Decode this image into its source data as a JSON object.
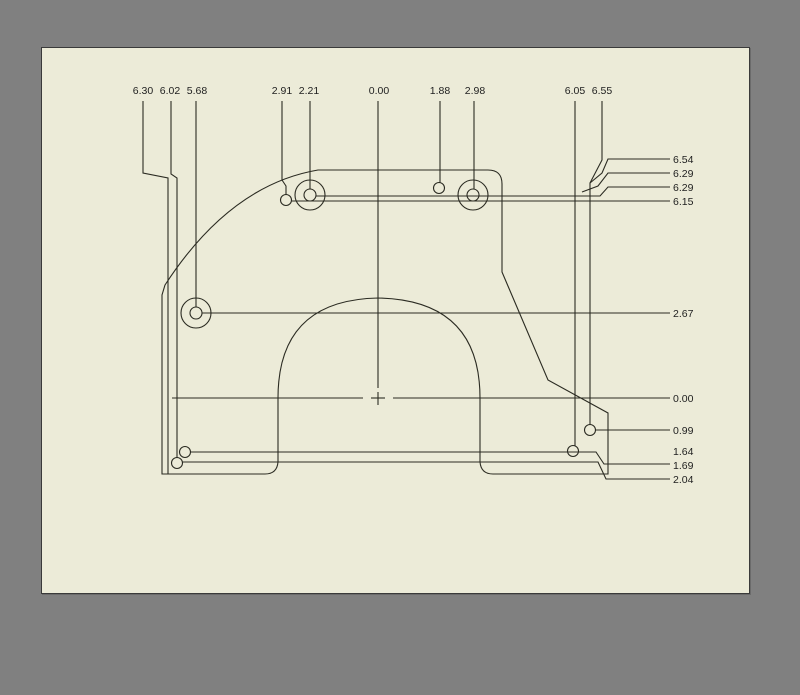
{
  "sheet": {
    "background": "#ecebd8",
    "frame": "#808080",
    "line_color": "#2b2b22"
  },
  "ordinate_x_labels": [
    "6.30",
    "6.02",
    "5.68",
    "2.91",
    "2.21",
    "0.00",
    "1.88",
    "2.98",
    "6.05",
    "6.55"
  ],
  "ordinate_y_labels": [
    "6.54",
    "6.29",
    "6.29",
    "6.15",
    "2.67",
    "0.00",
    "0.99",
    "1.64",
    "1.69",
    "2.04"
  ],
  "origin_marker": "center-crosshair"
}
